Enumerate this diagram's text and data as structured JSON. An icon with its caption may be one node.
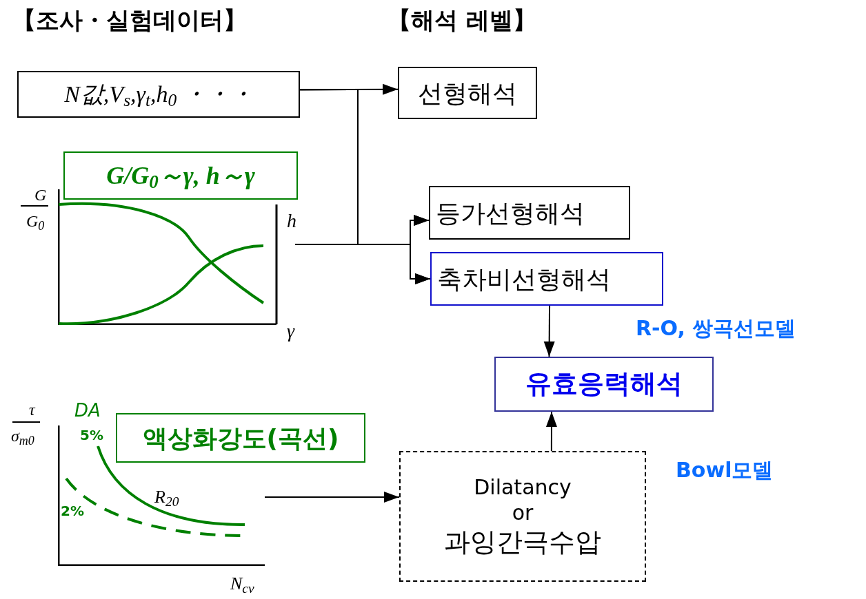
{
  "diagram": {
    "nodes": [
      {
        "text": [
          "N값,V$_{s}$,γ$_{t}$,h$_{0}$ ・・・"
        ]
      },
      {
        "text": [
          "선형해석"
        ]
      },
      {
        "text": [
          "등가선형해석"
        ]
      },
      {
        "text": [
          "축차비선형해석"
        ]
      },
      {
        "text": [
          "유효응력해석"
        ]
      },
      {
        "text": [
          "G/G$_{0}$～γ, h～γ"
        ]
      },
      {
        "text": [
          "액상화강도(곡선)"
        ]
      },
      {
        "text": [
          "Dilatancy",
          "or",
          "과잉간극수압"
        ]
      },
      {
        "text": [],
        "shape": "picture"
      },
      {
        "text": [],
        "shape": "picture"
      }
    ],
    "edges": [
      {
        "from": 0,
        "to": 1,
        "arrow": "to"
      },
      {
        "from": 0,
        "to": 2,
        "arrow": "to"
      },
      {
        "from": 0,
        "to": 3,
        "arrow": "to"
      },
      {
        "from": 8,
        "to": 2,
        "arrow": "to"
      },
      {
        "from": 8,
        "to": 3,
        "arrow": "to"
      },
      {
        "from": 3,
        "to": 4,
        "arrow": "to"
      },
      {
        "from": 9,
        "to": 7,
        "arrow": "to"
      },
      {
        "from": 7,
        "to": 4,
        "arrow": "to"
      }
    ],
    "labels": [
      "【조사・실험데이터】",
      "【해석 레벨】",
      "G",
      "G$_{0}$",
      "h",
      "γ",
      "R-O, 쌍곡선모델",
      "τ",
      "σ$_{m0}$",
      "DA",
      "5%",
      "2%",
      "R$_{20}$",
      "Bowl모델",
      "N$_{cv}$"
    ]
  }
}
